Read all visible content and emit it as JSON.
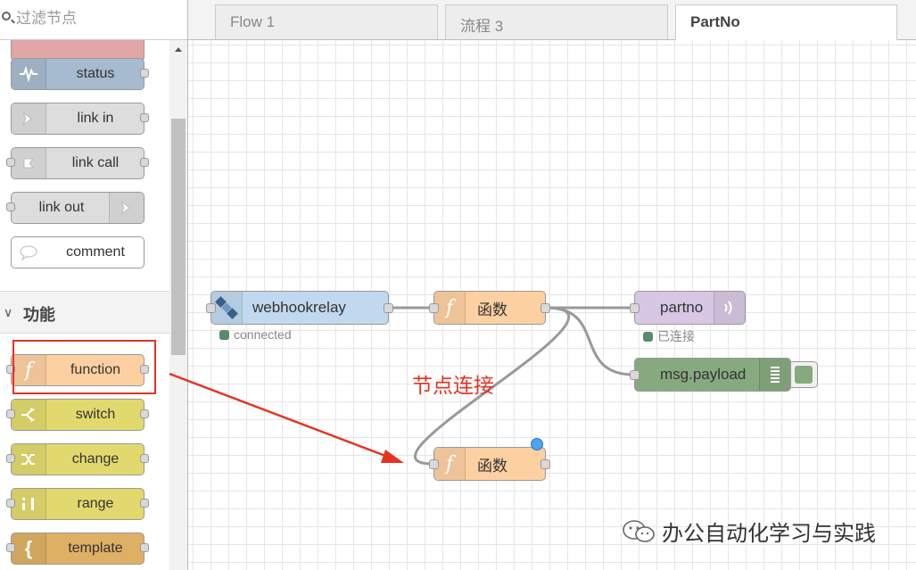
{
  "palette": {
    "search_placeholder": "过滤节点",
    "category": "功能",
    "nodes_top": [
      {
        "label": "status",
        "color": "#a6bbcf"
      },
      {
        "label": "link in",
        "color": "#dddddd"
      },
      {
        "label": "link call",
        "color": "#dddddd"
      },
      {
        "label": "link out",
        "color": "#dddddd"
      },
      {
        "label": "comment",
        "color": "#ffffff"
      }
    ],
    "nodes_function": [
      {
        "label": "function",
        "color": "#fdd0a2"
      },
      {
        "label": "switch",
        "color": "#e2d96e"
      },
      {
        "label": "change",
        "color": "#e2d96e"
      },
      {
        "label": "range",
        "color": "#e2d96e"
      },
      {
        "label": "template",
        "color": "#deb064"
      }
    ]
  },
  "tabs": [
    "Flow 1",
    "流程 3",
    "PartNo"
  ],
  "active_tab": "PartNo",
  "flow": {
    "webhookrelay": {
      "label": "webhookrelay",
      "status": "connected",
      "color": "#c0d9ee"
    },
    "func1": {
      "label": "函数",
      "color": "#fdd0a2"
    },
    "partno": {
      "label": "partno",
      "status": "已连接",
      "color": "#d7c7e4"
    },
    "debug": {
      "label": "msg.payload",
      "color": "#87a980"
    },
    "func2": {
      "label": "函数",
      "color": "#fdd0a2"
    }
  },
  "annotation": "节点连接",
  "watermark": "办公自动化学习与实践"
}
